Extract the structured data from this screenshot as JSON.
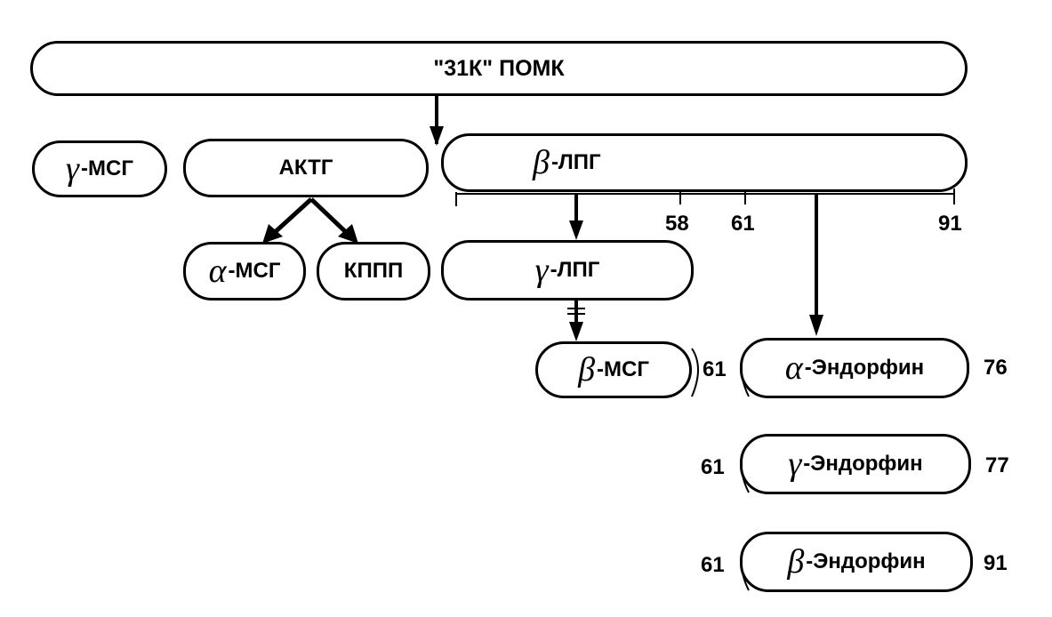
{
  "nodes": {
    "pomc": {
      "label": "\"31К\" ПОМК"
    },
    "gamma_msh": {
      "greek": "γ",
      "label": "-МСГ"
    },
    "acth": {
      "label": "АКТГ"
    },
    "beta_lph": {
      "greek": "β",
      "label": "-ЛПГ"
    },
    "alpha_msh": {
      "greek": "α",
      "label": "-МСГ"
    },
    "clip": {
      "label": "КППП"
    },
    "gamma_lph": {
      "greek": "γ",
      "label": "-ЛПГ"
    },
    "beta_msh": {
      "greek": "β",
      "label": "-МСГ"
    },
    "alpha_endorphin": {
      "greek": "α",
      "label": "-Эндорфин"
    },
    "gamma_endorphin": {
      "greek": "γ",
      "label": "-Эндорфин"
    },
    "beta_endorphin": {
      "greek": "β",
      "label": "-Эндорфин"
    }
  },
  "positions": {
    "lph_58": "58",
    "lph_61": "61",
    "lph_91": "91",
    "beta_msh_end": "61",
    "alpha_endorphin_start": "61",
    "alpha_endorphin_end": "76",
    "gamma_endorphin_start": "61",
    "gamma_endorphin_end": "77",
    "beta_endorphin_start": "61",
    "beta_endorphin_end": "91"
  }
}
